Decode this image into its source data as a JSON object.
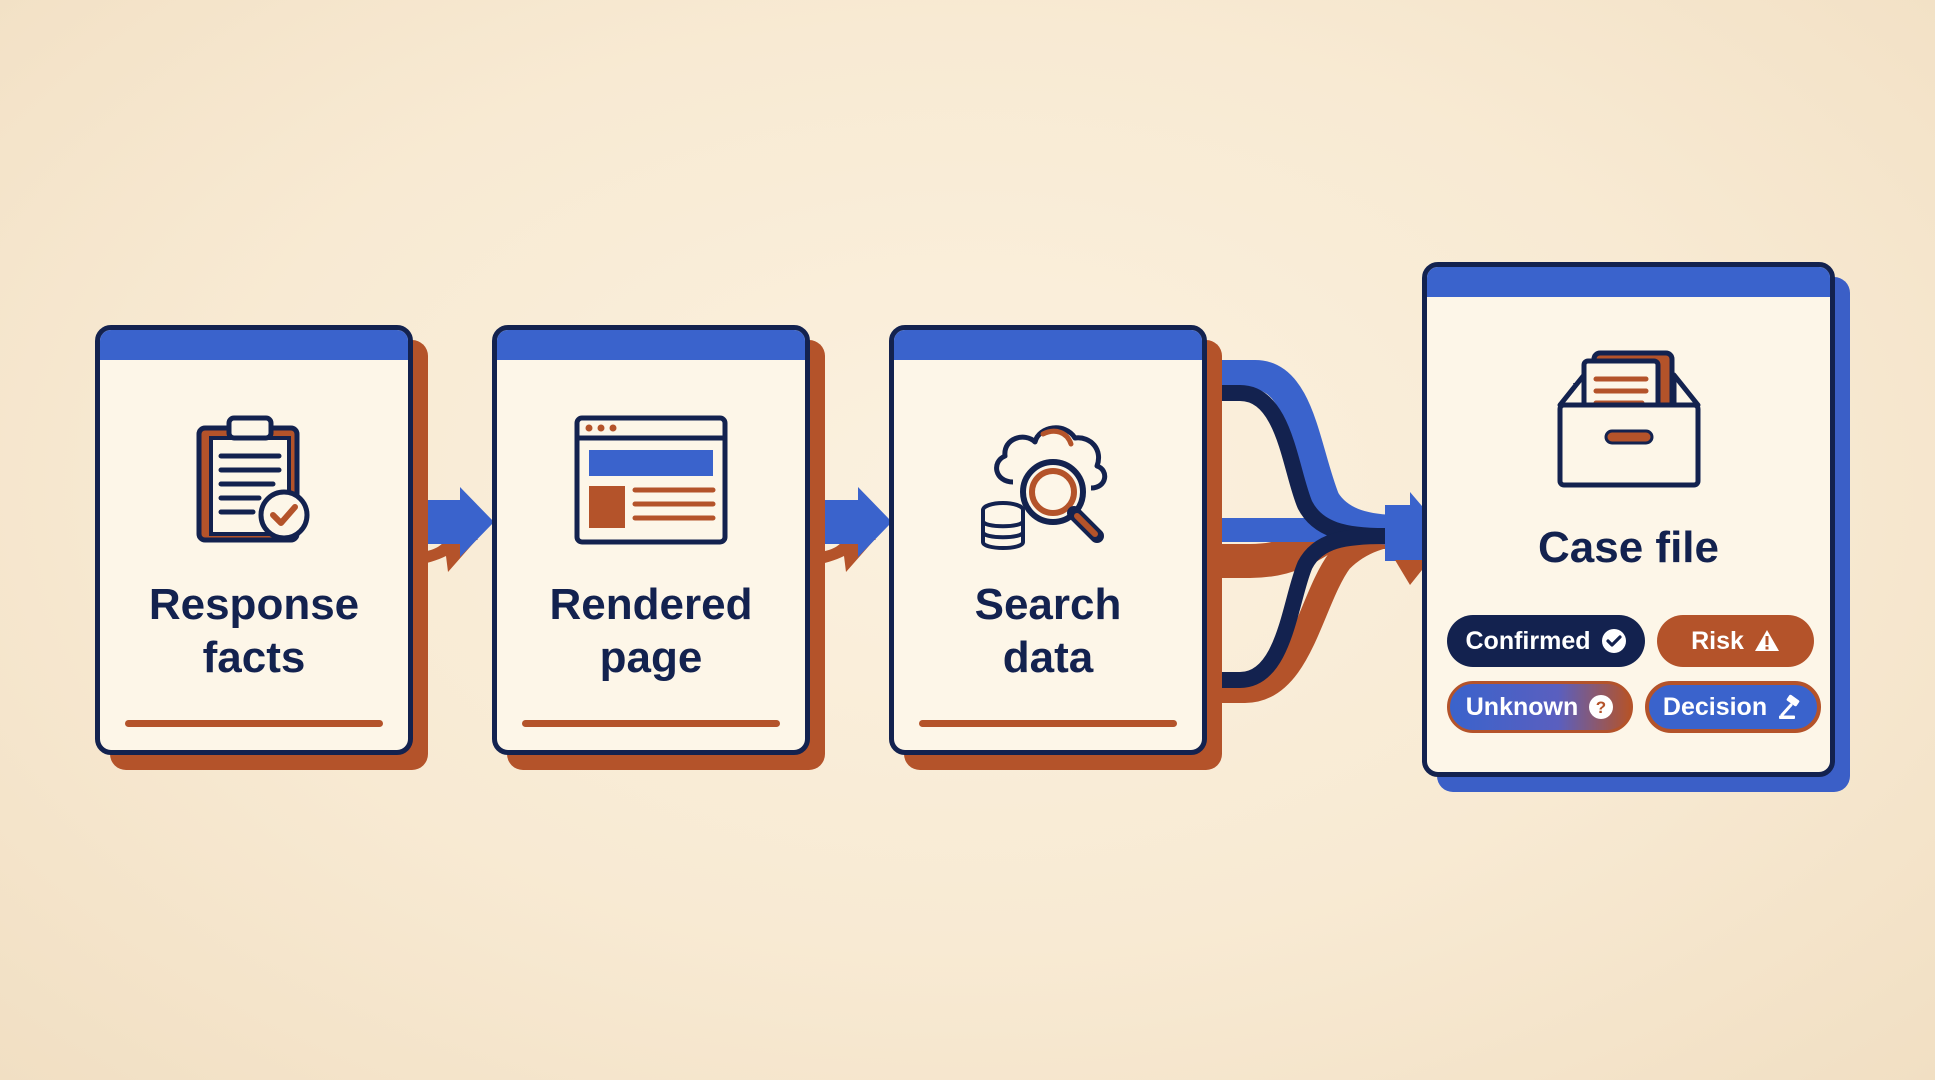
{
  "colors": {
    "navy": "#13224f",
    "blue": "#3a63cc",
    "rust": "#b4532a",
    "paper": "#fdf6e8",
    "background": "#f8ead3"
  },
  "steps": [
    {
      "label_line1": "Response",
      "label_line2": "facts",
      "icon": "clipboard-check-icon"
    },
    {
      "label_line1": "Rendered",
      "label_line2": "page",
      "icon": "browser-window-icon"
    },
    {
      "label_line1": "Search",
      "label_line2": "data",
      "icon": "cloud-database-search-icon"
    }
  ],
  "case_file": {
    "title": "Case file",
    "icon": "file-box-icon",
    "tags": [
      {
        "label": "Confirmed",
        "icon": "check-circle-icon"
      },
      {
        "label": "Risk",
        "icon": "warning-triangle-icon"
      },
      {
        "label": "Unknown",
        "icon": "question-circle-icon"
      },
      {
        "label": "Decision",
        "icon": "gavel-icon"
      }
    ]
  }
}
